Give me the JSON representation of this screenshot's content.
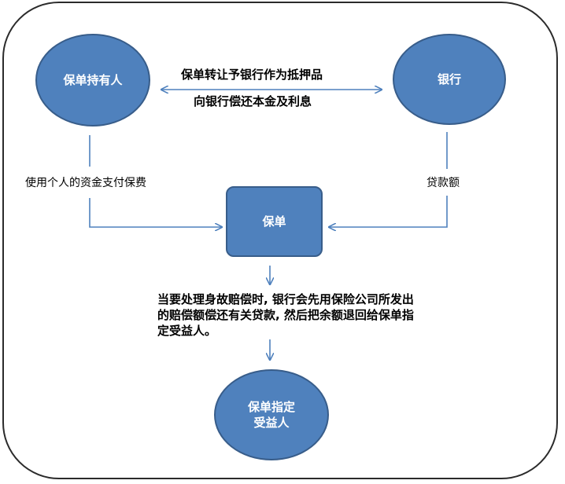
{
  "nodes": {
    "policy_holder": "保单持有人",
    "bank": "银行",
    "policy": "保单",
    "beneficiary_line1": "保单指定",
    "beneficiary_line2": "受益人"
  },
  "edges": {
    "transfer_to_bank": "保单转让予银行作为抵押品",
    "repay_bank": "向银行偿还本金及利息",
    "pay_premium": "使用个人的资金支付保费",
    "loan_amount": "贷款额"
  },
  "note": {
    "line1": "当要处理身故赔偿时, 银行会先用保险公司所发出",
    "line2": "的赔偿额偿还有关贷款, 然后把余额退回给保单指",
    "line3": "定受益人。"
  },
  "colors": {
    "node_fill": "#4f81bd",
    "node_border": "#385d8a",
    "arrow": "#4f81bd",
    "frame": "#2b2b2b"
  }
}
